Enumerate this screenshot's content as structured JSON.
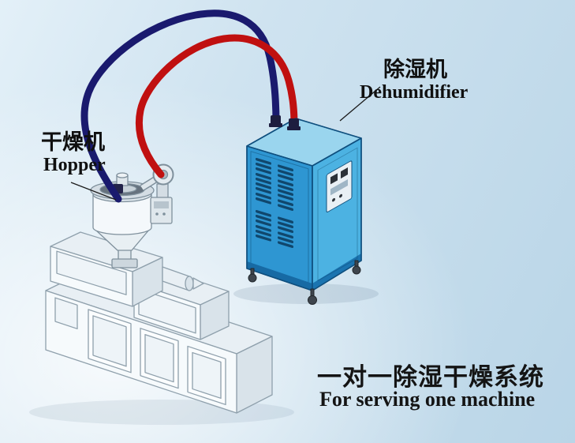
{
  "equipment_labels": {
    "hopper": {
      "zh": "干燥机",
      "en": "Hopper"
    },
    "dehumidifier": {
      "zh": "除湿机",
      "en": "Dehumidifier"
    }
  },
  "caption": {
    "zh": "一对一除湿干燥系统",
    "en": "For serving one machine"
  },
  "colors": {
    "pipe_red": "#c01010",
    "pipe_navy": "#1a1a6e",
    "cabinet_front": "#2e96d2",
    "cabinet_side": "#4cb2e2",
    "cabinet_top": "#9ad5ee",
    "background_top": "#e3f0f8",
    "background_bottom": "#b9d5e7"
  }
}
